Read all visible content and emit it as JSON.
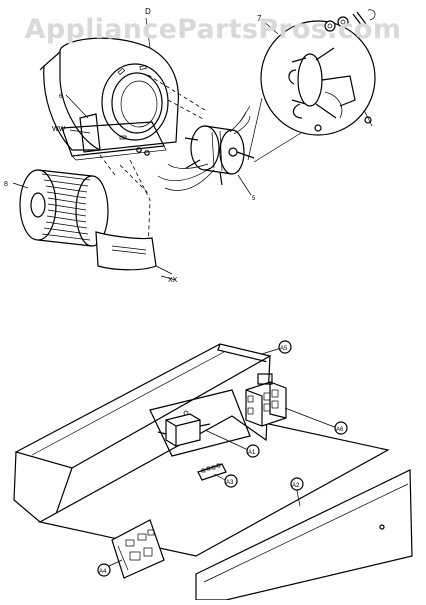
{
  "watermark": "AppliancePartsPros.com",
  "labels": {
    "d": "D",
    "seven": "7",
    "ww": "WW",
    "six": "6",
    "eight": "8",
    "five": "5",
    "xx": "XX",
    "a5": "A5",
    "a6": "A6",
    "a1": "A1",
    "a3": "A3",
    "a2": "A2",
    "a4": "A4"
  }
}
